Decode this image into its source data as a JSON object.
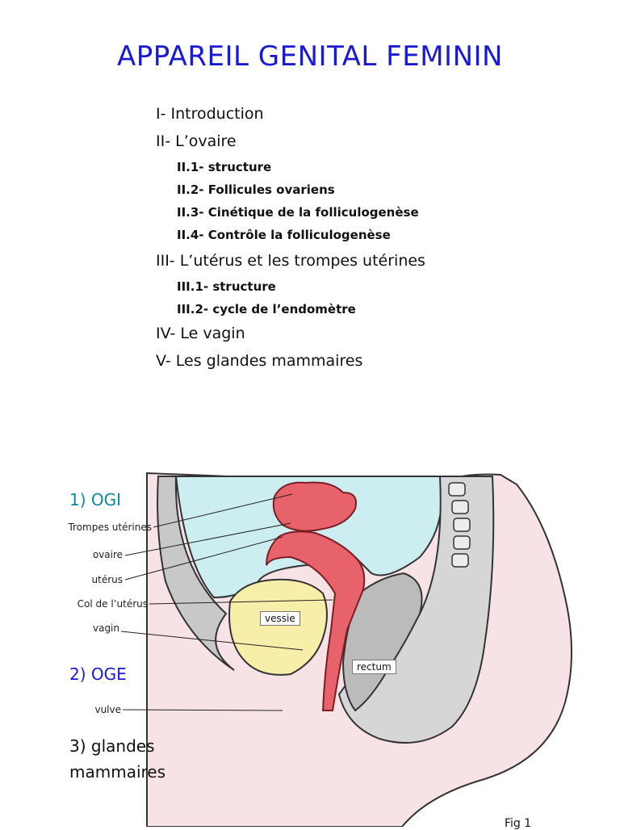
{
  "title": "APPAREIL GENITAL FEMININ",
  "toc": {
    "i1": "I- Introduction",
    "i2": "II- L’ovaire",
    "i2_1": "II.1- structure",
    "i2_2": "II.2- Follicules ovariens",
    "i2_3": "II.3- Cinétique de la folliculogenèse",
    "i2_4": "II.4- Contrôle la folliculogenèse",
    "i3": "III- L’utérus et les trompes utérines",
    "i3_1": "III.1- structure",
    "i3_2": "III.2- cycle de l’endomètre",
    "i4": "IV- Le vagin",
    "i5": "V- Les glandes mammaires"
  },
  "figure": {
    "ogi": "1) OGI",
    "oge": "2) OGE",
    "glandes_1": "3) glandes",
    "glandes_2": "mammaires",
    "labels": {
      "trompes": "Trompes utérines",
      "ovaire": "ovaire",
      "uterus": "utérus",
      "col": "Col de l’utérus",
      "vagin": "vagin",
      "vulve": "vulve",
      "vessie": "vessie",
      "rectum": "rectum"
    },
    "fig_number": "Fig 1",
    "colors": {
      "skin": "#f7e3e6",
      "bladder_fill": "#cdeef0",
      "organ_red": "#e8626b",
      "bone_gray": "#c8c8c8",
      "yellow": "#f7eeaa"
    }
  }
}
